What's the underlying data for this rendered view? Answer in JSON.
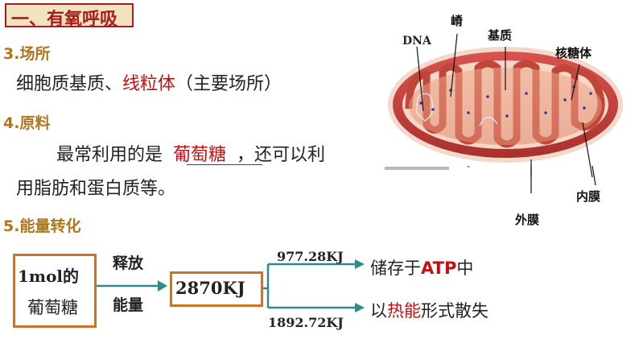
{
  "section_title": "一、有氧呼吸",
  "place": {
    "heading": "3.场所",
    "line_prefix": "细胞质基质、",
    "line_highlight": "线粒体",
    "line_suffix": "（主要场所）"
  },
  "material": {
    "heading": "4.原料",
    "line1_prefix": "最常利用的是",
    "line1_blank": "葡萄糖",
    "line1_suffix": "，还可以利",
    "line2": "用脂肪和蛋白质等。"
  },
  "energy": {
    "heading": "5.能量转化",
    "source_line1": "1mol的",
    "source_line2": "葡萄糖",
    "release_line1": "释放",
    "release_line2": "能量",
    "total": "2870KJ",
    "stored_amount": "977.28KJ",
    "stored_prefix": "储存于",
    "stored_atp": "ATP",
    "stored_suffix": "中",
    "heat_amount": "1892.72KJ",
    "heat_prefix": "以",
    "heat_highlight": "热能",
    "heat_suffix": "形式散失"
  },
  "diagram_labels": {
    "dna": "DNA",
    "cristae": "嵴",
    "matrix": "基质",
    "ribosome": "核糖体",
    "inner_membrane": "内膜",
    "outer_membrane": "外膜"
  },
  "colors": {
    "title_red": "#a61e1e",
    "heading_gold": "#b0761e",
    "highlight_red": "#c01010",
    "box_orange": "#c8742a",
    "arrow_teal": "#2f8b8b"
  }
}
